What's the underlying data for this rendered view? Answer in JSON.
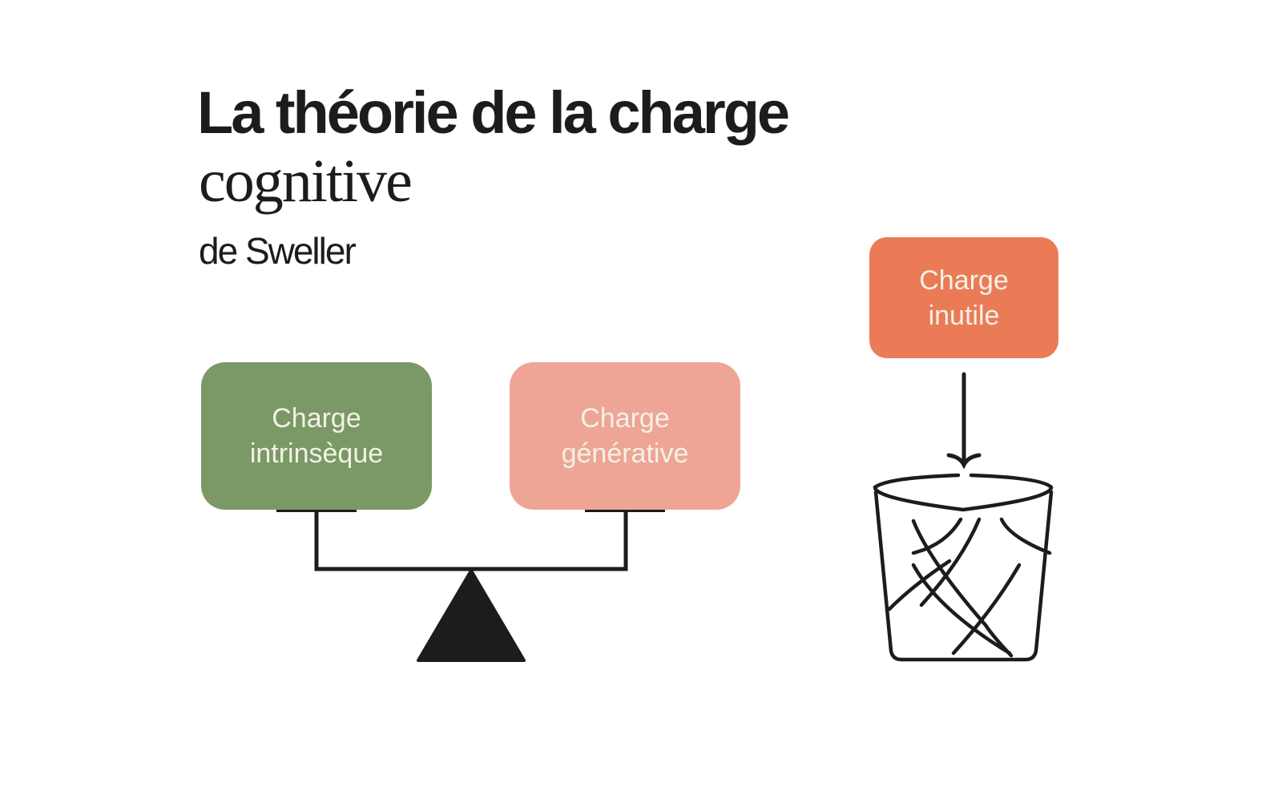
{
  "title": {
    "line1": "La théorie de la charge",
    "line2": "cognitive",
    "subtitle": "de Sweller"
  },
  "diagram": {
    "boxes": [
      {
        "id": "intrinsic",
        "line1": "Charge",
        "line2": "intrinsèque",
        "color": "#7a9966"
      },
      {
        "id": "generative",
        "line1": "Charge",
        "line2": "générative",
        "color": "#eea596"
      },
      {
        "id": "useless",
        "line1": "Charge",
        "line2": "inutile",
        "color": "#ea7b56"
      }
    ],
    "icons": [
      "balance-scale-icon",
      "arrow-down-icon",
      "trash-basket-icon"
    ],
    "stroke_color": "#1c1c1c"
  }
}
